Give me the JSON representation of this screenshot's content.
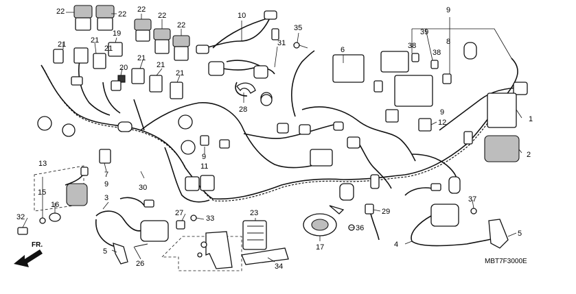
{
  "diagram": {
    "code": "MBT7F3000E",
    "direction_label": "FR.",
    "callouts": {
      "c22a": "22",
      "c22b": "22",
      "c22c": "22",
      "c22d": "22",
      "c22e": "22",
      "c19": "19",
      "c21a": "21",
      "c21b": "21",
      "c21c": "21",
      "c21d": "21",
      "c21e": "21",
      "c21f": "21",
      "c20": "20",
      "c10": "10",
      "c35": "35",
      "c31": "31",
      "c6": "6",
      "c28": "28",
      "c9a": "9",
      "c39": "39",
      "c8": "8",
      "c38a": "38",
      "c38b": "38",
      "c1": "1",
      "c2": "2",
      "c9b": "9",
      "c12": "12",
      "c13": "13",
      "c7": "7",
      "c9c": "9",
      "c9d": "9",
      "c11": "11",
      "c30": "30",
      "c15": "15",
      "c16": "16",
      "c32": "32",
      "c3": "3",
      "c5a": "5",
      "c26": "26",
      "c27": "27",
      "c33": "33",
      "c23": "23",
      "c34": "34",
      "c17": "17",
      "c36": "36",
      "c29": "29",
      "c37": "37",
      "c4": "4",
      "c5b": "5"
    }
  }
}
